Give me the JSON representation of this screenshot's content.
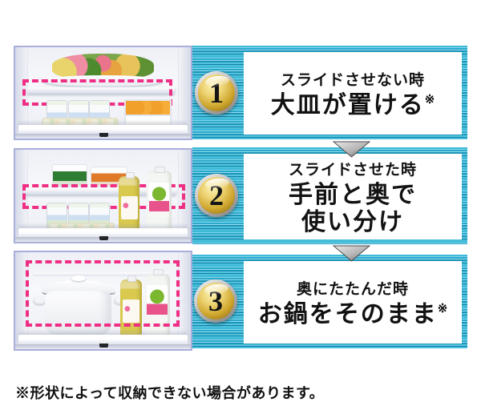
{
  "panels": [
    {
      "number": "1",
      "heading": "スライドさせない時",
      "title_line1": "大皿が置ける",
      "title_line2": "",
      "asterisk": "※"
    },
    {
      "number": "2",
      "heading": "スライドさせた時",
      "title_line1": "手前と奥で",
      "title_line2": "使い分け",
      "asterisk": ""
    },
    {
      "number": "3",
      "heading": "奥にたたんだ時",
      "title_line1": "お鍋をそのまま",
      "title_line2": "",
      "asterisk": "※"
    }
  ],
  "footnote": "※形状によって収納できない場合があります。",
  "colors": {
    "stripe_base": "#3eb9d7",
    "highlight_dash": "#ee2f85",
    "badge_gold": "#cfa72e",
    "badge_ring_silver": "#bdbdbd",
    "arrow_gray": "#9a9a9a",
    "photo_border": "#a9aedb",
    "text": "#121212"
  }
}
